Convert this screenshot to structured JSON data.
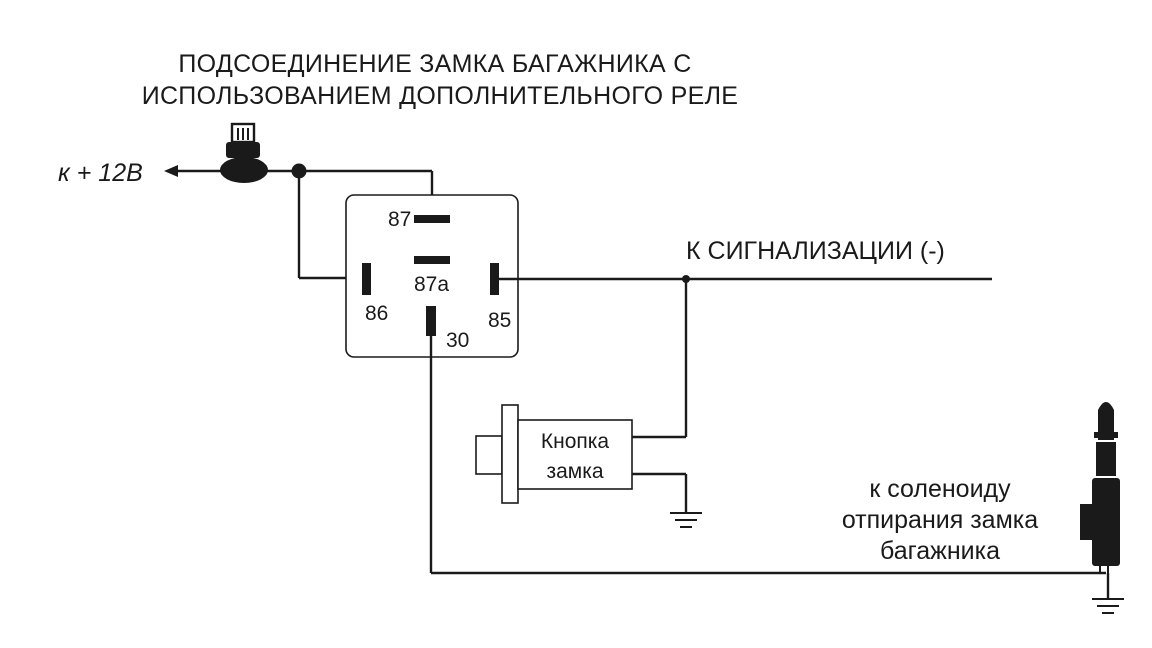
{
  "title": {
    "line1": "ПОДСОЕДИНЕНИЕ ЗАМКА БАГАЖНИКА С",
    "line2": "ИСПОЛЬЗОВАНИЕМ ДОПОЛНИТЕЛЬНОГО РЕЛЕ"
  },
  "power": {
    "label": "к + 12В"
  },
  "relay": {
    "pins": {
      "p87": "87",
      "p87a": "87а",
      "p86": "86",
      "p85": "85",
      "p30": "30"
    }
  },
  "alarm": {
    "label": "К СИГНАЛИЗАЦИИ (-)"
  },
  "button": {
    "line1": "Кнопка",
    "line2": "замка"
  },
  "solenoid": {
    "line1": "к  соленоиду",
    "line2": "отпирания замка",
    "line3": "багажника"
  }
}
